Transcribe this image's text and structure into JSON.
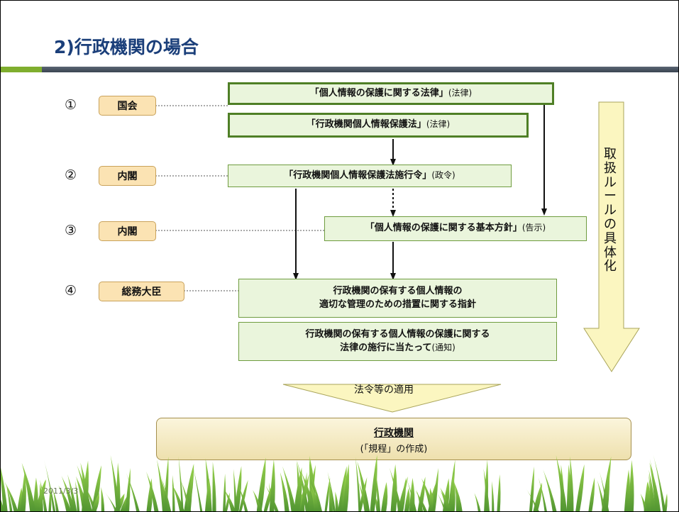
{
  "slide": {
    "title": "2)行政機関の場合",
    "date": "2011/3/3"
  },
  "levels": [
    {
      "num": "①",
      "label": "国会"
    },
    {
      "num": "②",
      "label": "内閣"
    },
    {
      "num": "③",
      "label": "内閣"
    },
    {
      "num": "④",
      "label": "総務大臣"
    }
  ],
  "boxes": {
    "law1": {
      "title": "「個人情報の保護に関する法律」",
      "note": "(法律)"
    },
    "law2": {
      "title": "「行政機関個人情報保護法」",
      "note": "(法律)"
    },
    "order": {
      "title": "「行政機関個人情報保護法施行令」",
      "note": "(政令)"
    },
    "policy": {
      "title": "「個人情報の保護に関する基本方針」",
      "note": "(告示)"
    },
    "guideline": {
      "line1": "行政機関の保有する個人情報の",
      "line2": "適切な管理のための措置に関する指針"
    },
    "notice": {
      "line1": "行政機関の保有する個人情報の保護に関する",
      "line2": "法律の施行に当たって",
      "note": "(通知)"
    }
  },
  "side_arrow": {
    "label": "取扱ルールの具体化"
  },
  "apply_arrow": {
    "label": "法令等の適用"
  },
  "final": {
    "title": "行政機関",
    "subtitle": "(「規程」の作成)"
  },
  "colors": {
    "title": "#1b3f7a",
    "accent_green": "#7fae2e",
    "box_fill": "#eaf5dc",
    "box_border": "#4f7f26",
    "level_fill": "#fbe3b3",
    "arrow_fill": "#fbf6c0"
  }
}
